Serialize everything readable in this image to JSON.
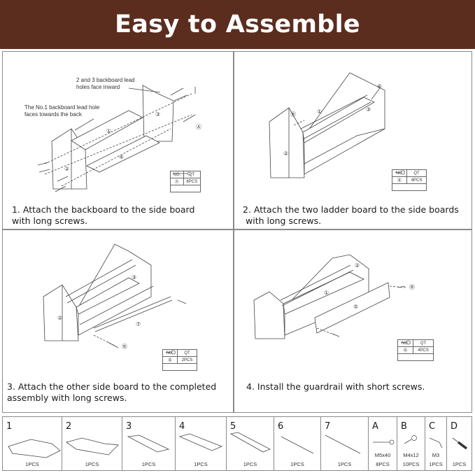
{
  "header": {
    "title": "Easy to Assemble"
  },
  "steps": [
    {
      "caption_line1": "1. Attach the backboard to the side board",
      "caption_line2": "with long screws.",
      "note1_line1": "2 and 3 backboard lead",
      "note1_line2": "holes face inward",
      "note2_line1": "The No.1 backboard lead hole",
      "note2_line2": "faces towards the back",
      "table": {
        "head_no": "NO.",
        "head_qt": "QT",
        "code": "Ⓐ",
        "qty": "8PCS"
      }
    },
    {
      "caption_line1": "2. Attach the two ladder board to the side boards",
      "caption_line2": "with long screws.",
      "table": {
        "head_no": "NO.",
        "head_qt": "QT",
        "code": "Ⓑ",
        "qty": "4PCS"
      }
    },
    {
      "caption_line1": "3. Attach the other side board to the completed",
      "caption_line2": "assembly with long screws.",
      "table": {
        "head_no": "NO.",
        "head_qt": "QT",
        "code": "Ⓑ",
        "qty": "2PCS"
      }
    },
    {
      "caption_line1": "4. Install the guardrail with short screws.",
      "table": {
        "head_no": "NO.",
        "head_qt": "QT",
        "code": "Ⓑ",
        "qty": "4PCS"
      }
    }
  ],
  "labels": {
    "a": "Ⓐ",
    "b": "Ⓑ",
    "c1": "①",
    "c2": "②",
    "c3": "③",
    "c4": "④",
    "c5": "⑤",
    "c6": "⑥",
    "c7": "⑦"
  },
  "parts": [
    {
      "id": "1",
      "spec": "",
      "qty": "1PCS",
      "icon": "side-board-icon"
    },
    {
      "id": "2",
      "spec": "",
      "qty": "1PCS",
      "icon": "side-board-icon"
    },
    {
      "id": "3",
      "spec": "",
      "qty": "1PCS",
      "icon": "board-icon"
    },
    {
      "id": "4",
      "spec": "",
      "qty": "1PCS",
      "icon": "board-icon"
    },
    {
      "id": "5",
      "spec": "",
      "qty": "1PCS",
      "icon": "board-icon"
    },
    {
      "id": "6",
      "spec": "",
      "qty": "1PCS",
      "icon": "rod-icon"
    },
    {
      "id": "7",
      "spec": "",
      "qty": "1PCS",
      "icon": "rod-icon"
    },
    {
      "id": "A",
      "spec": "M5x40",
      "qty": "8PCS",
      "icon": "long-screw-icon"
    },
    {
      "id": "B",
      "spec": "M4x12",
      "qty": "10PCS",
      "icon": "short-screw-icon"
    },
    {
      "id": "C",
      "spec": "M3",
      "qty": "1PCS",
      "icon": "hex-key-icon"
    },
    {
      "id": "D",
      "spec": "",
      "qty": "1PCS",
      "icon": "screwdriver-icon"
    }
  ]
}
